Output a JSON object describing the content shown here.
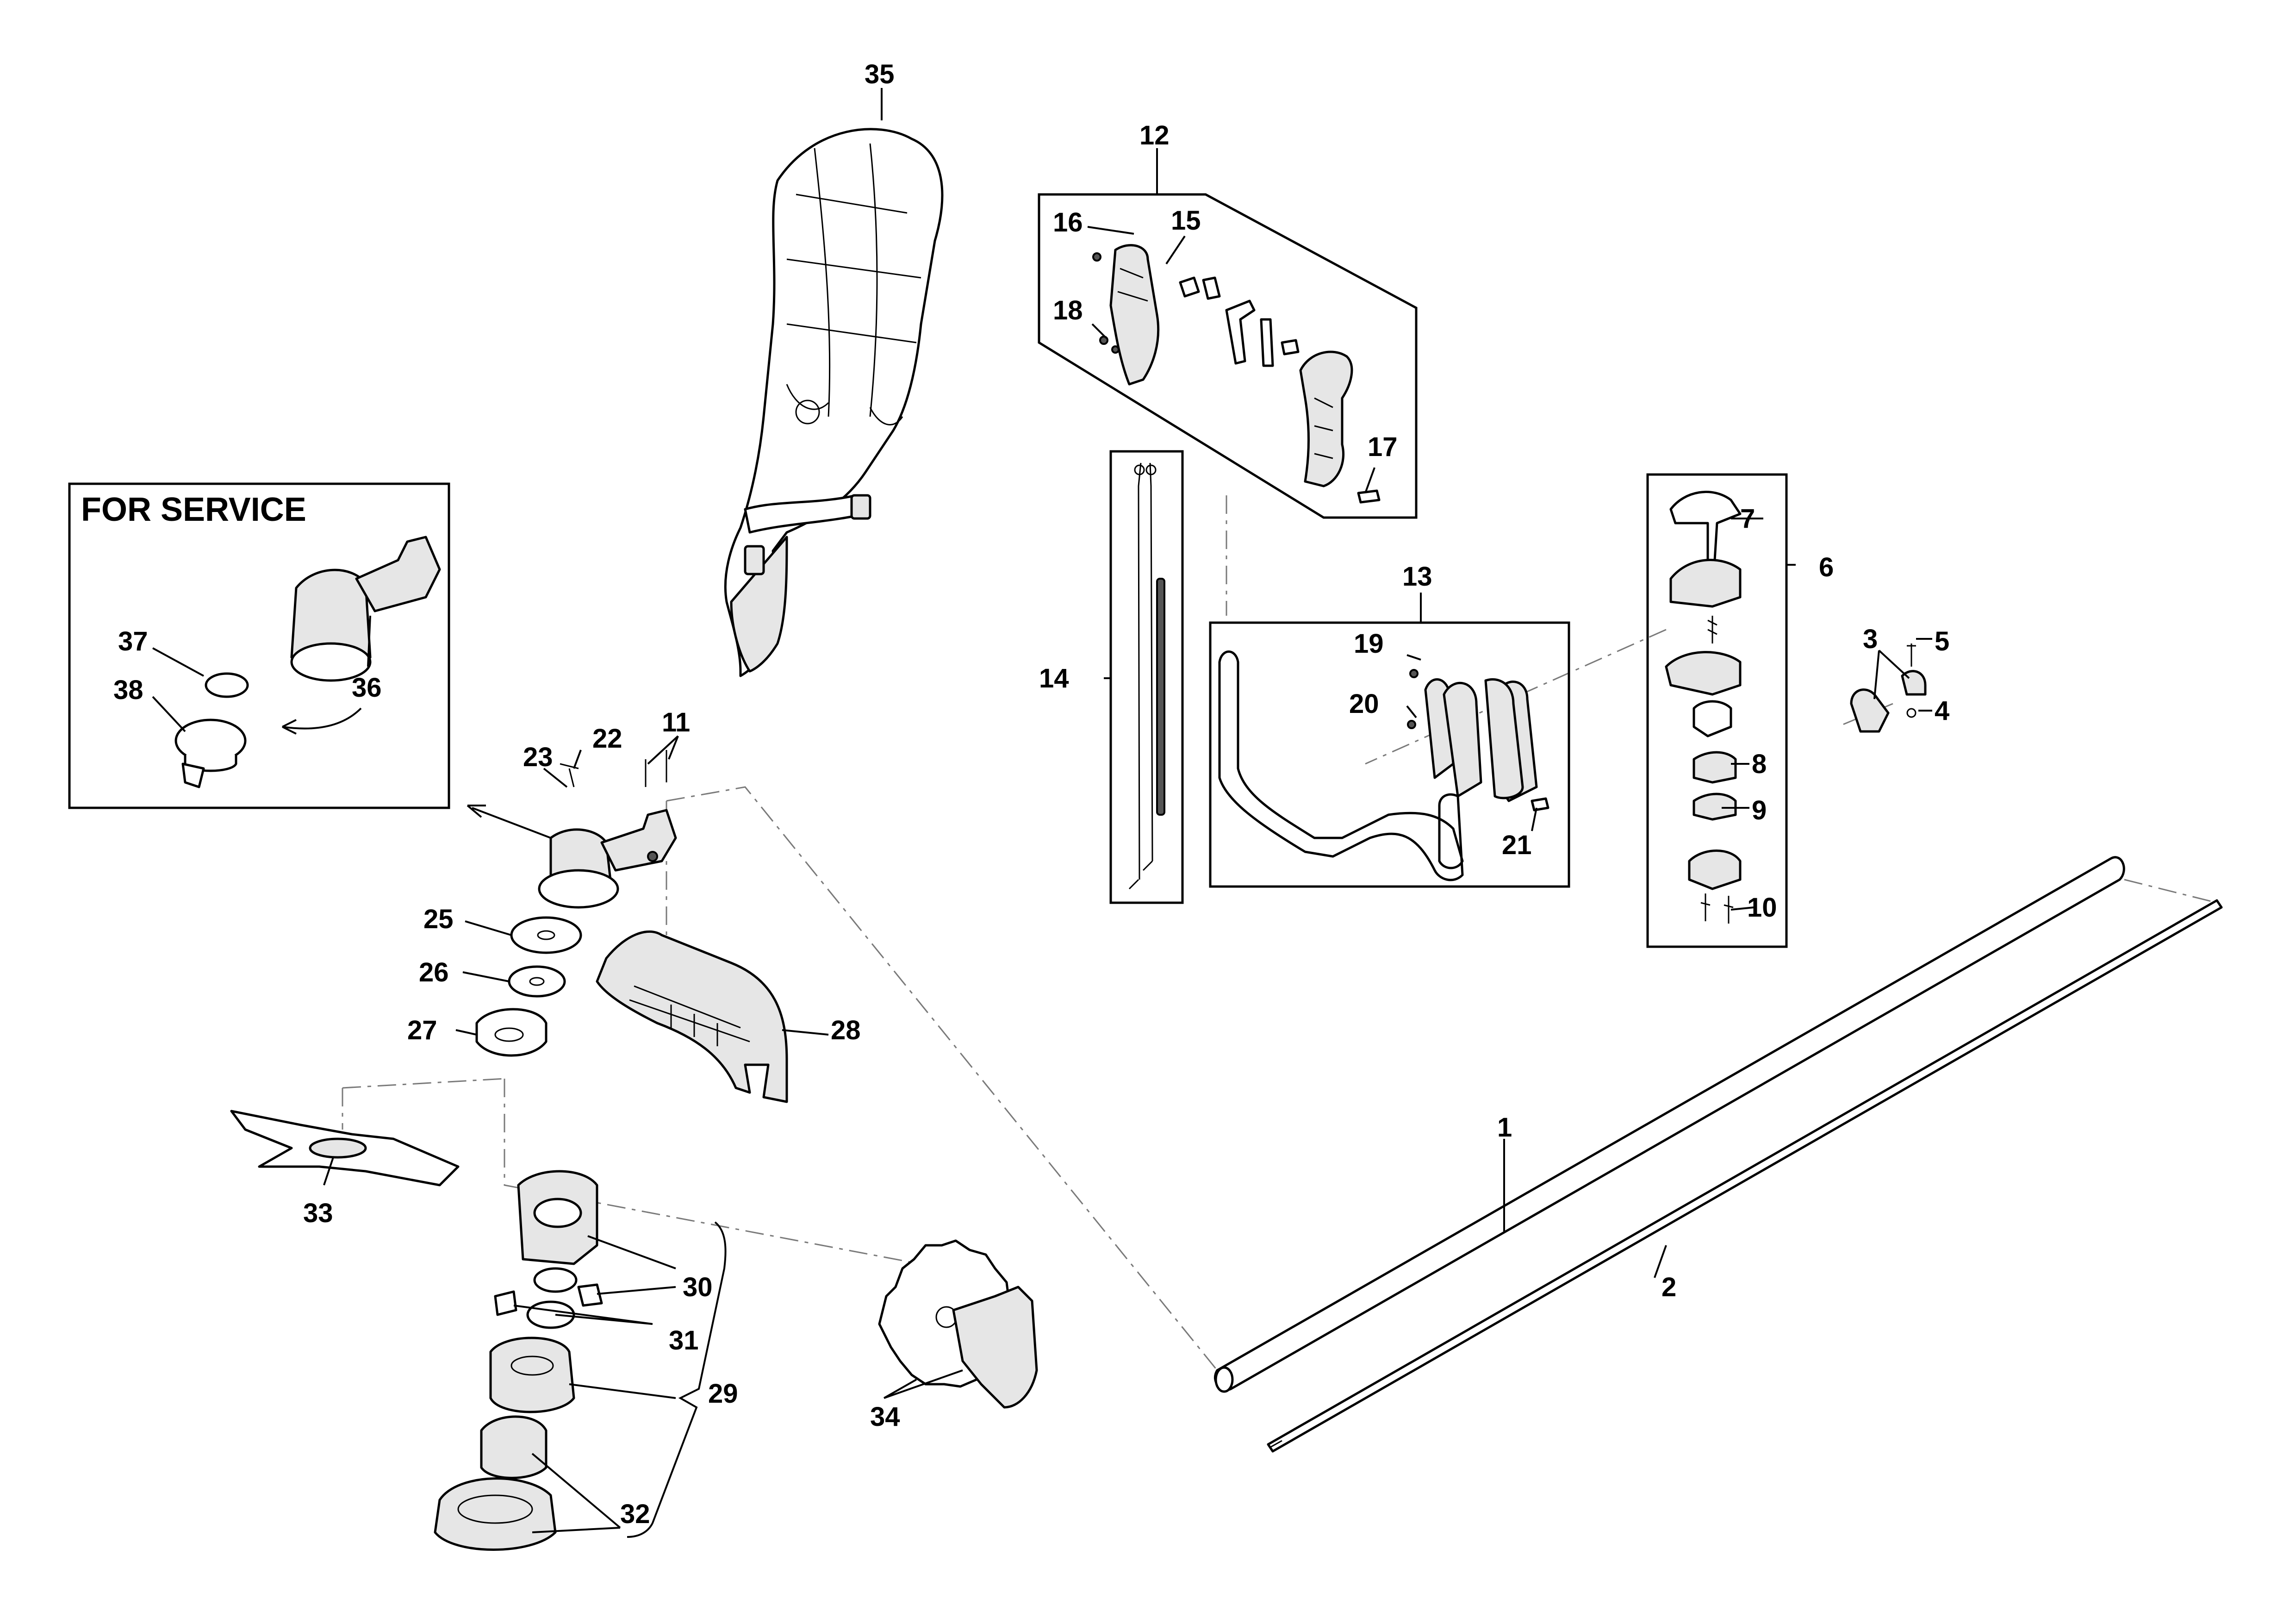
{
  "service_box": {
    "title": "FOR SERVICE"
  },
  "callouts": {
    "c1": "1",
    "c2": "2",
    "c3": "3",
    "c4": "4",
    "c5": "5",
    "c6": "6",
    "c7": "7",
    "c8": "8",
    "c9": "9",
    "c10": "10",
    "c11": "11",
    "c12": "12",
    "c13": "13",
    "c14": "14",
    "c15": "15",
    "c16": "16",
    "c17": "17",
    "c18": "18",
    "c19": "19",
    "c20": "20",
    "c21": "21",
    "c22": "22",
    "c23": "23",
    "c25": "25",
    "c26": "26",
    "c27": "27",
    "c28": "28",
    "c29": "29",
    "c30": "30",
    "c31": "31",
    "c32": "32",
    "c33": "33",
    "c34": "34",
    "c35": "35",
    "c36": "36",
    "c37": "37",
    "c38": "38"
  },
  "colors": {
    "line": "#000000",
    "dashed_leader": "#7a7a7a",
    "background": "#ffffff"
  }
}
